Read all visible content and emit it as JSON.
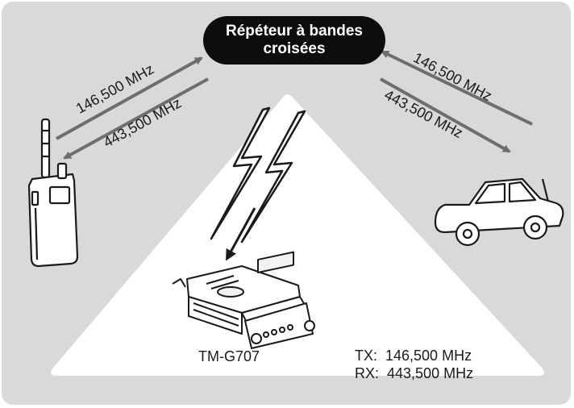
{
  "repeater": {
    "title_line1": "Répéteur à bandes",
    "title_line2": "croisées"
  },
  "left_link": {
    "upper_freq": "146,500 MHz",
    "lower_freq": "443,500 MHz"
  },
  "right_link": {
    "upper_freq": "146,500 MHz",
    "lower_freq": "443,500 MHz"
  },
  "base_station": {
    "model": "TM-G707",
    "tx_line": "TX:  146,500 MHz",
    "rx_line": "RX:  443,500 MHz"
  },
  "colors": {
    "background": "#d9d9d9",
    "triangle": "#ffffff",
    "arrow": "#6e6e6e",
    "pill": "#0d0d0d"
  },
  "icons": [
    "handheld-radio-icon",
    "car-icon",
    "mobile-transceiver-icon",
    "lightning-bolt-icon"
  ]
}
